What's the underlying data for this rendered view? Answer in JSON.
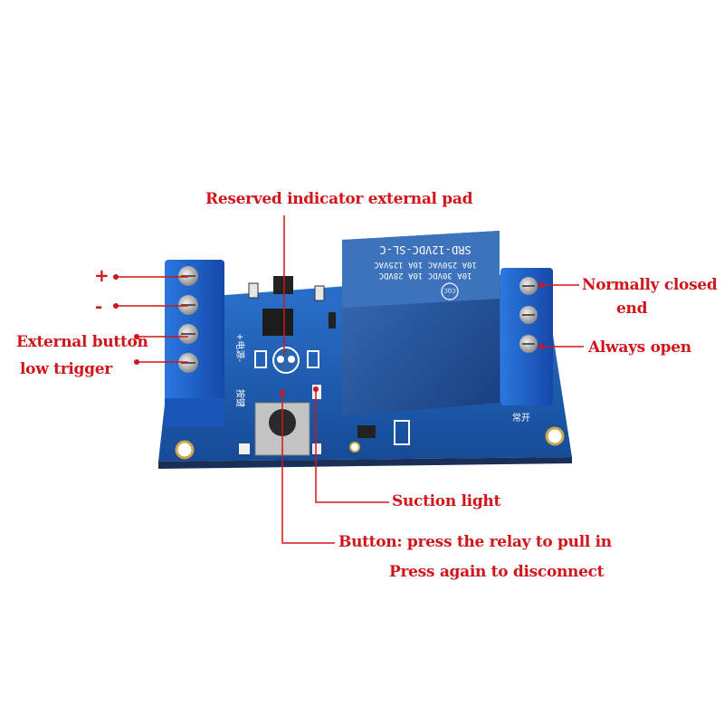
{
  "labels": {
    "reserved_indicator": "Reserved indicator external pad",
    "plus": "+",
    "minus": "-",
    "external_button_line1": "External button",
    "external_button_line2": "low trigger",
    "normally_closed_line1": "Normally closed",
    "normally_closed_line2": "end",
    "always_open": "Always open",
    "suction_light": "Suction light",
    "button_line1": "Button: press the relay to pull in",
    "button_line2": "Press again to disconnect"
  },
  "board_text": {
    "relay_model": "SRD-12VDC-SL-C",
    "relay_rating_1": "10A 250VAC 10A 125VAC",
    "relay_rating_2": "10A 30VDC 10A 28VDC",
    "relay_cert": "CQC",
    "silk_power": "+电源-",
    "silk_button": "按键",
    "silk_normally_open": "常开"
  },
  "colors": {
    "annotation": "#d0161b",
    "pcb": "#1f5fb8",
    "terminal": "#1e63c8",
    "relay": "#1d4f9c"
  }
}
